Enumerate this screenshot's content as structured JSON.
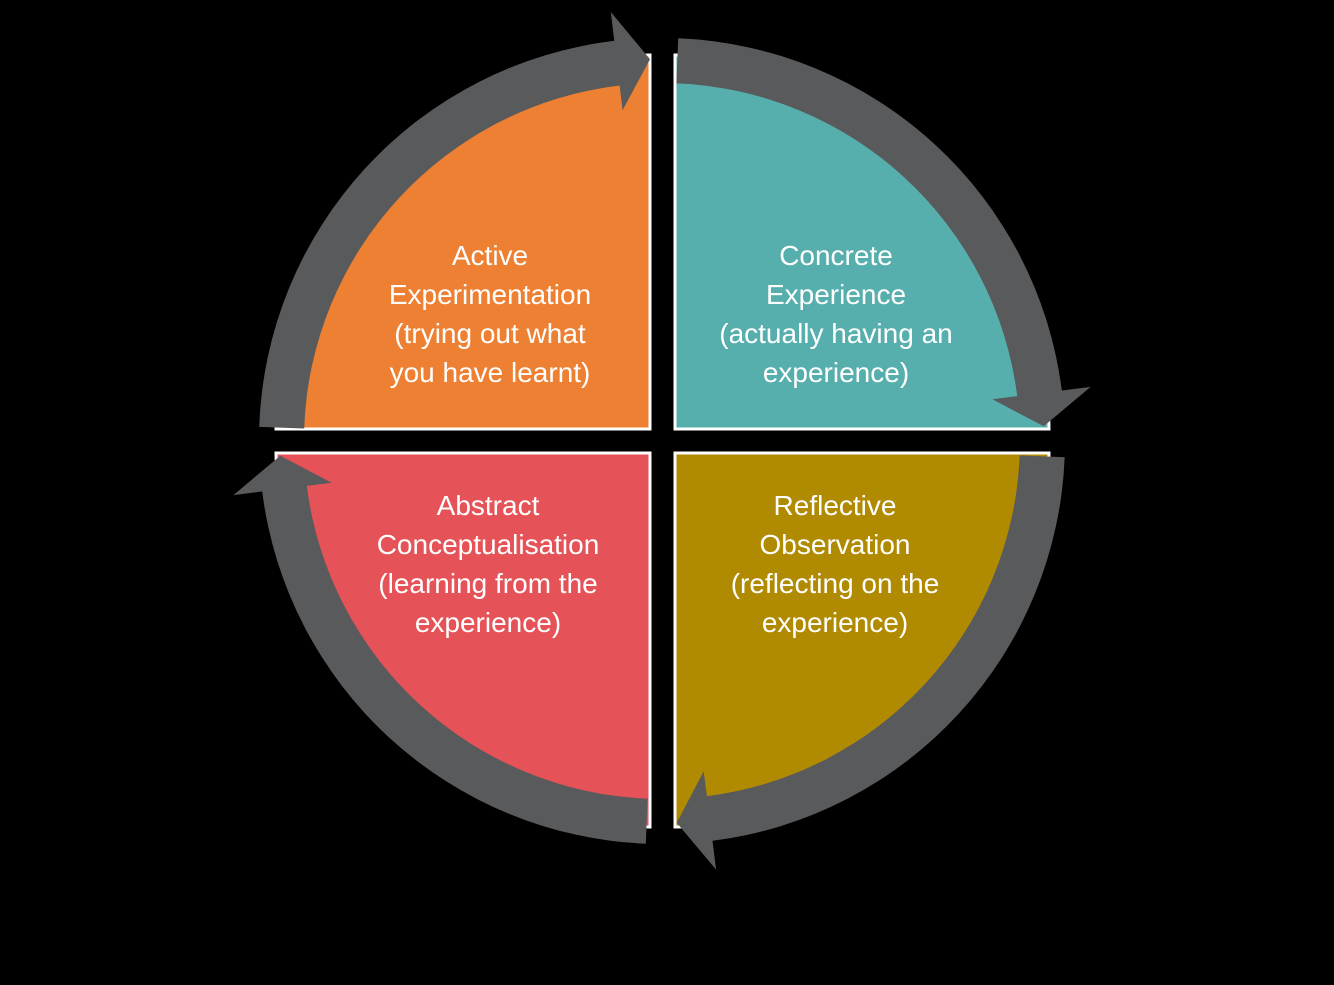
{
  "diagram_name": "experiential-learning-cycle",
  "background_color": "#000000",
  "text_color": "#FFFFFF",
  "arrow_color": "#595A5C",
  "quadrants": [
    {
      "id": "active-experimentation",
      "position": "top-left",
      "color": "#ED8032",
      "label": "Active\nExperimentation\n(trying out what\nyou have learnt)"
    },
    {
      "id": "concrete-experience",
      "position": "top-right",
      "color": "#57AFAD",
      "label": "Concrete\nExperience\n(actually having an\nexperience)"
    },
    {
      "id": "abstract-conceptualisation",
      "position": "bottom-left",
      "color": "#E55257",
      "label": "Abstract\nConceptualisation\n(learning from the\nexperience)"
    },
    {
      "id": "reflective-observation",
      "position": "bottom-right",
      "color": "#B08A00",
      "label": "Reflective\nObservation\n(reflecting on the\nexperience)"
    }
  ],
  "cycle": {
    "direction": "clockwise",
    "order": [
      "Active Experimentation",
      "Concrete Experience",
      "Reflective Observation",
      "Abstract Conceptualisation"
    ]
  }
}
